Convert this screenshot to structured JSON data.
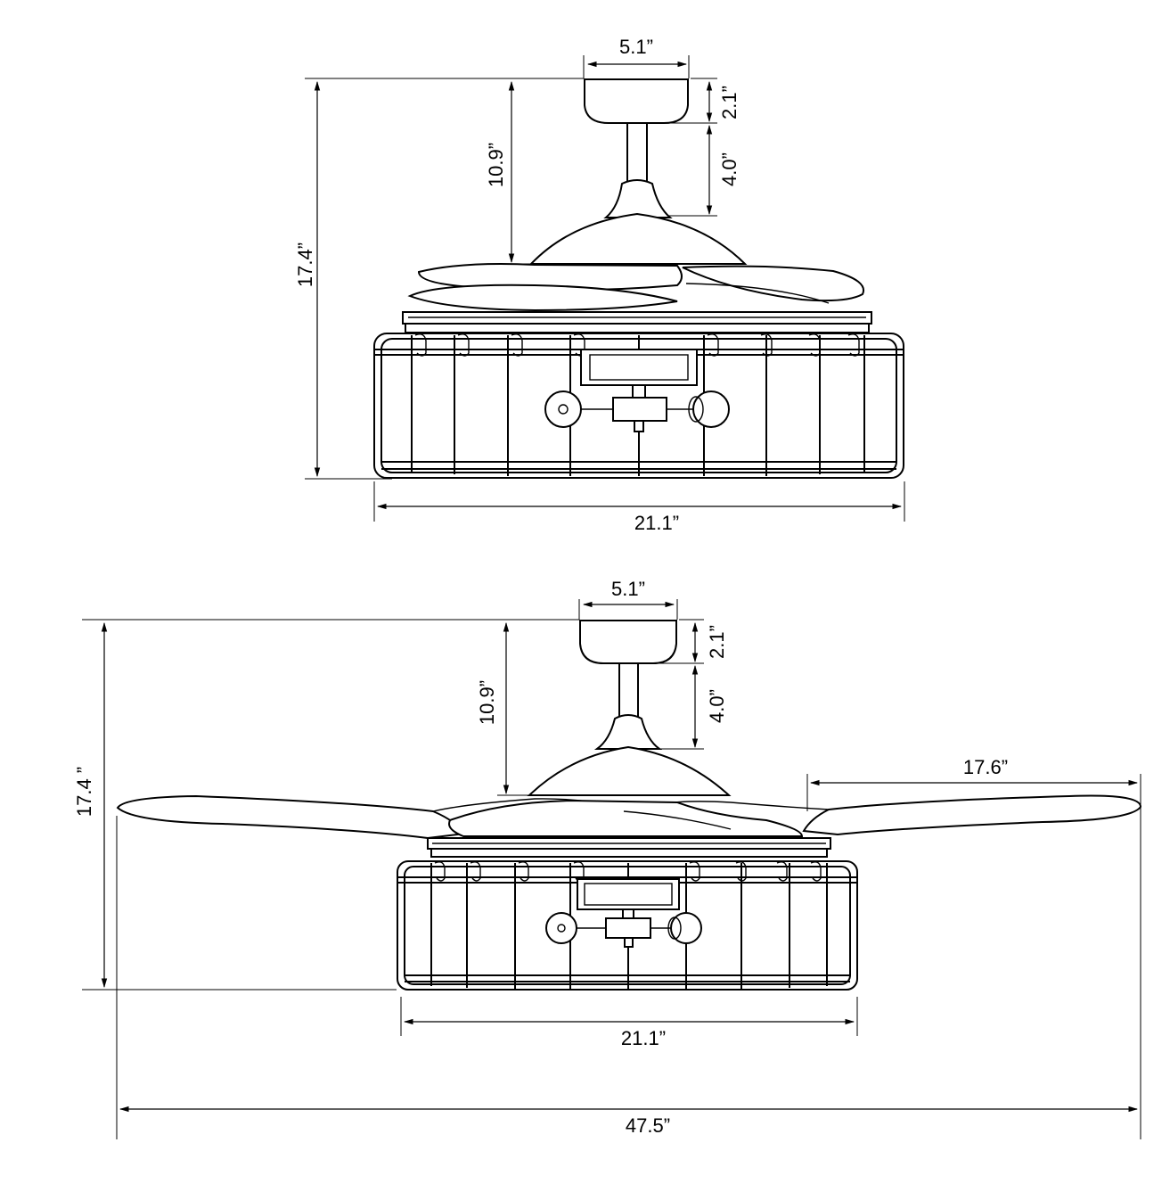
{
  "top_view": {
    "canopy_width": "5.1”",
    "canopy_height": "2.1”",
    "downrod_length": "4.0”",
    "ceiling_to_blades": "10.9”",
    "overall_height": "17.4”",
    "cage_diameter": "21.1”"
  },
  "bottom_view": {
    "canopy_width": "5.1”",
    "canopy_height": "2.1”",
    "downrod_length": "4.0”",
    "ceiling_to_blades": "10.9”",
    "overall_height": "17.4 ”",
    "blade_length": "17.6”",
    "cage_diameter": "21.1”",
    "span": "47.5”"
  }
}
